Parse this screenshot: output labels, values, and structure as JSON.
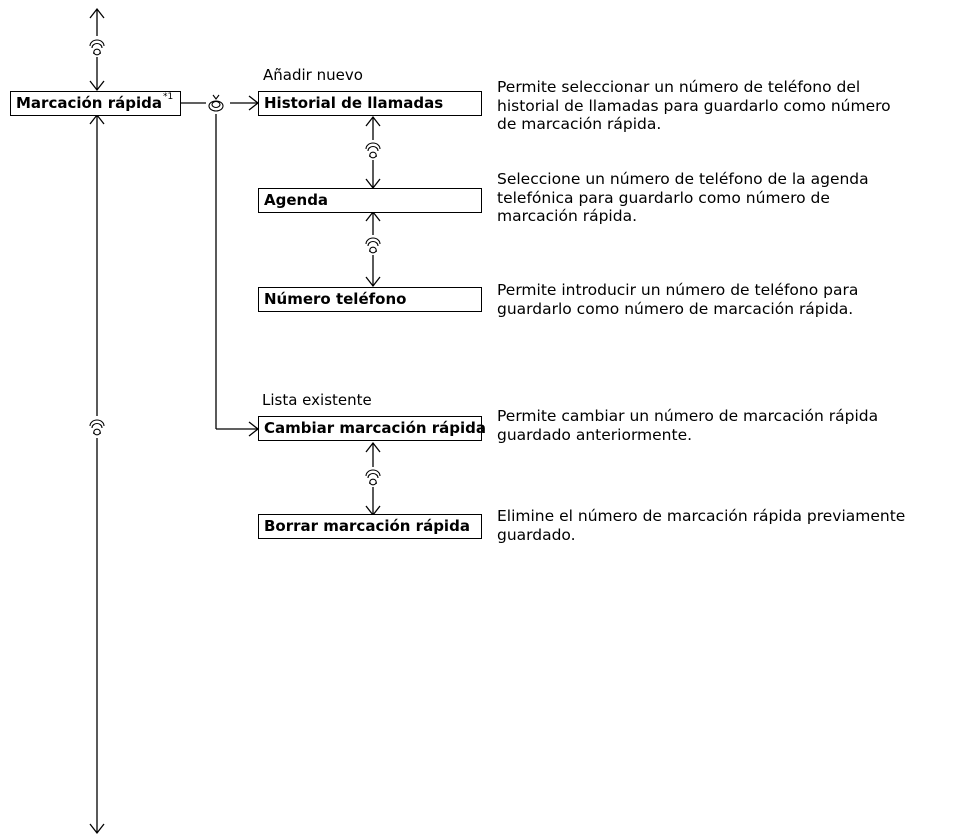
{
  "root": {
    "label": "Marcación rápida",
    "footnote": "*1"
  },
  "groups": {
    "add_new": "Añadir nuevo",
    "existing": "Lista existente"
  },
  "items": [
    {
      "label": "Historial de llamadas",
      "desc": [
        "Permite seleccionar un número de teléfono del",
        "historial de llamadas para guardarlo como número",
        "de marcación rápida."
      ]
    },
    {
      "label": "Agenda",
      "desc": [
        "Seleccione un número de teléfono de la agenda",
        "telefónica para guardarlo como número de",
        "marcación rápida."
      ]
    },
    {
      "label": "Número teléfono",
      "desc": [
        "Permite introducir un número de teléfono para",
        "guardarlo como número de marcación rápida."
      ]
    },
    {
      "label": "Cambiar marcación rápida",
      "desc": [
        "Permite cambiar un número de marcación rápida",
        "guardado anteriormente."
      ]
    },
    {
      "label": "Borrar marcación rápida",
      "desc": [
        "Elimine el número de marcación rápida previamente",
        "guardado."
      ]
    }
  ],
  "icons": {
    "rotate": "interface-dial-rotate-icon",
    "press": "interface-dial-press-icon"
  }
}
